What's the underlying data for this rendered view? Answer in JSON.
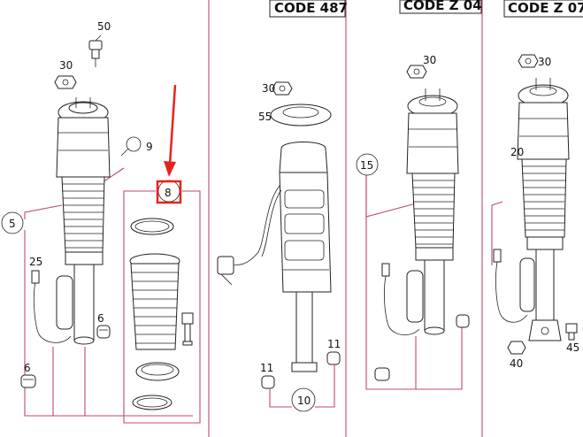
{
  "headers": {
    "code_487": "CODE 487",
    "code_z04": "CODE Z 04",
    "code_z07": "CODE Z 07"
  },
  "callouts": {
    "c50": "50",
    "c30a": "30",
    "c9": "9",
    "c5": "5",
    "c8": "8",
    "c25": "25",
    "c6a": "6",
    "c6b": "6",
    "c30b": "30",
    "c55": "55",
    "c11a": "11",
    "c11b": "11",
    "c10": "10",
    "c30c": "30",
    "c15": "15",
    "c30d": "30",
    "c20": "20",
    "c40": "40",
    "c45": "45"
  },
  "colors": {
    "pink": "#c2476f",
    "arrow": "#e8231c",
    "highlight_box": "#e8231c"
  }
}
